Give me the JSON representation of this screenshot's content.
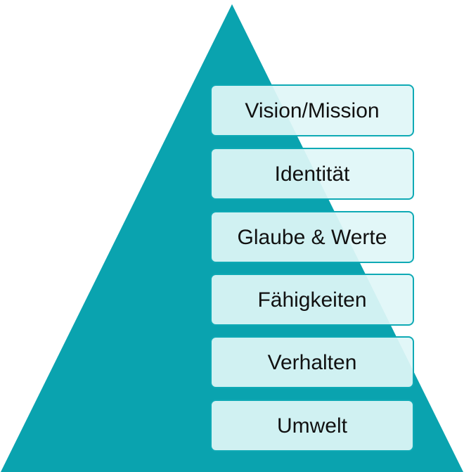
{
  "colors": {
    "pyramid": "#0aa3af",
    "box_border": "#0faab5",
    "box_fill": "#e0f6f7",
    "text": "#111111"
  },
  "diagram": {
    "levels": [
      {
        "label": "Vision/Mission"
      },
      {
        "label": "Identität"
      },
      {
        "label": "Glaube & Werte"
      },
      {
        "label": "Fähigkeiten"
      },
      {
        "label": "Verhalten"
      },
      {
        "label": "Umwelt"
      }
    ]
  }
}
